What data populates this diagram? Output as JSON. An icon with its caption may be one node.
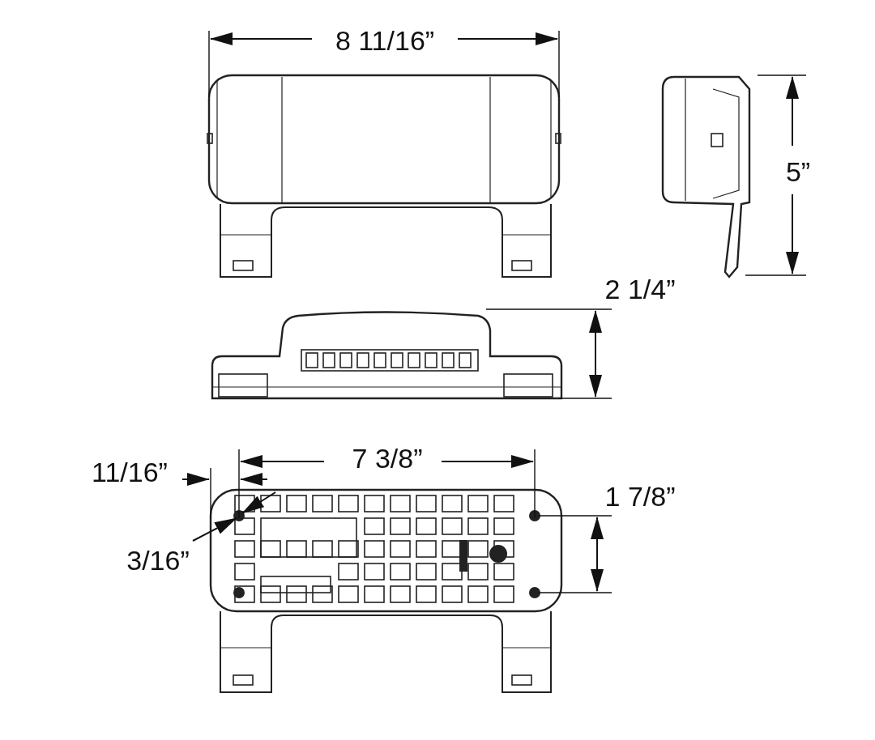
{
  "diagram": {
    "labels": [
      "8 11/16”",
      "5”",
      "2 1/4”",
      "7 3/8”",
      "11/16”",
      "1 7/8”",
      "3/16”"
    ]
  }
}
